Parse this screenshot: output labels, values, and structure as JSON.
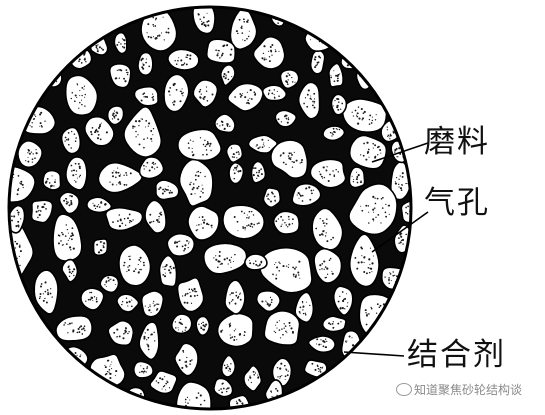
{
  "labels": {
    "abrasive": "磨料",
    "pore": "气孔",
    "bond": "结合剂"
  },
  "watermark": {
    "text": "知道聚焦砂轮结构谈",
    "icon": "wechat-bubble-icon"
  },
  "colors": {
    "grain_fill": "#ffffff",
    "bond_fill": "#0a0a0a",
    "outline": "#000000",
    "speckle": "#1a1a1a"
  }
}
